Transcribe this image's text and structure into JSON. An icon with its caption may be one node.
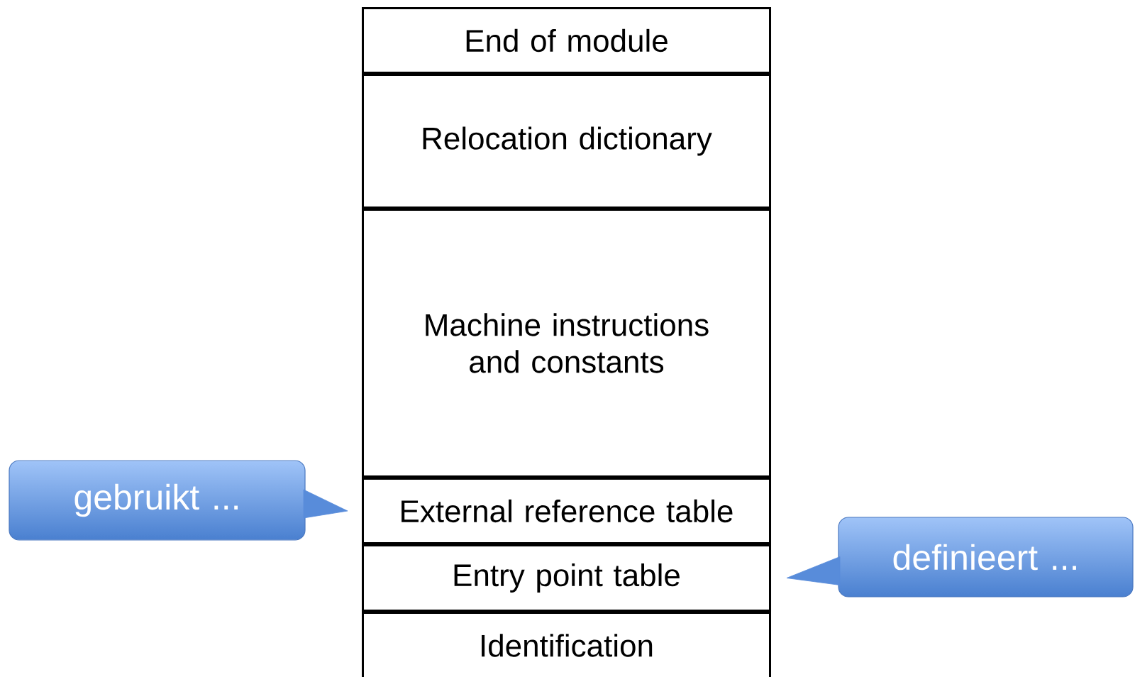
{
  "diagram": {
    "nodes": [
      {
        "text": [
          "End of module"
        ]
      },
      {
        "text": [
          "Relocation dictionary"
        ]
      },
      {
        "text": [
          "Machine instructions and constants"
        ]
      },
      {
        "text": [
          "External reference table"
        ]
      },
      {
        "text": [
          "Entry point table"
        ]
      },
      {
        "text": [
          "Identification"
        ]
      },
      {
        "text": [
          "gebruikt ..."
        ]
      },
      {
        "text": [
          "definieert ..."
        ]
      }
    ],
    "edges": [
      {
        "from": 6,
        "to": 3,
        "arrow": "to"
      },
      {
        "from": 7,
        "to": 4,
        "arrow": "to"
      }
    ]
  }
}
